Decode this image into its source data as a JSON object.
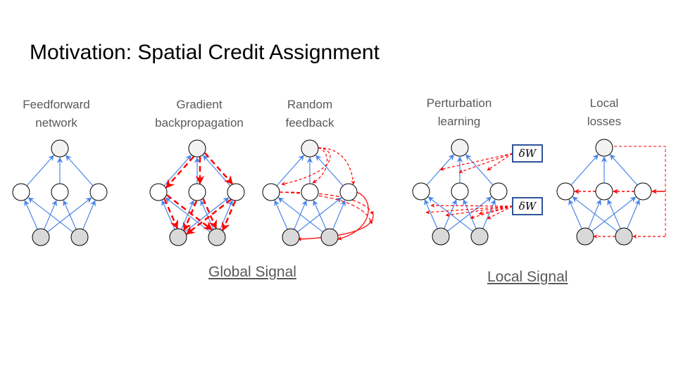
{
  "slide": {
    "title": "Motivation: Spatial Credit Assignment",
    "panels": [
      {
        "line1": "Feedforward",
        "line2": "network"
      },
      {
        "line1": "Gradient",
        "line2": "backpropagation"
      },
      {
        "line1": "Random",
        "line2": "feedback"
      },
      {
        "line1": "Perturbation",
        "line2": "learning"
      },
      {
        "line1": "Local",
        "line2": "losses"
      }
    ],
    "global_signal": "Global Signal",
    "local_signal": "Local Signal",
    "delta_w_label": "δW"
  },
  "colors": {
    "forward": "#4a86e8",
    "feedback": "#ff0000",
    "node_top": "#f2f2f2",
    "node_mid": "#ffffff",
    "node_bottom": "#d9d9d9",
    "box_border": "#2f5597"
  }
}
